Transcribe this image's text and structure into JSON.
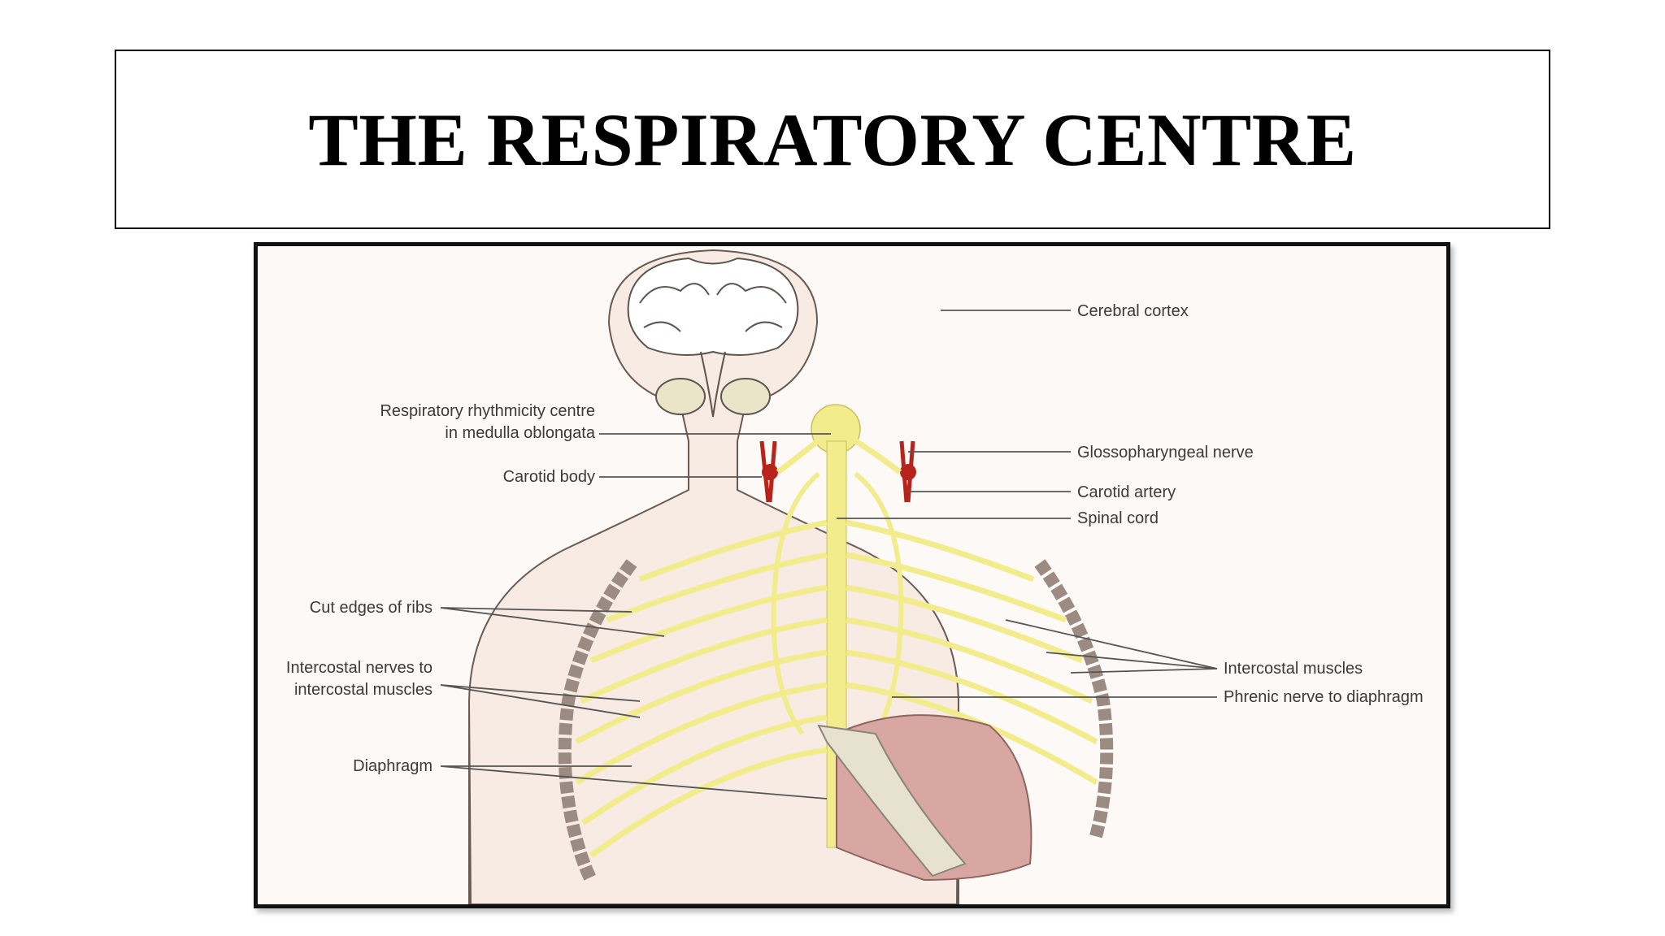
{
  "slide": {
    "title": "THE RESPIRATORY CENTRE"
  },
  "labels": {
    "cerebral_cortex": "Cerebral cortex",
    "rhythmicity_line1": "Respiratory rhythmicity centre",
    "rhythmicity_line2": "in medulla oblongata",
    "carotid_body": "Carotid body",
    "glossopharyngeal": "Glossopharyngeal nerve",
    "carotid_artery": "Carotid artery",
    "spinal_cord": "Spinal cord",
    "cut_ribs": "Cut edges of ribs",
    "intercostal_nerves_line1": "Intercostal nerves to",
    "intercostal_nerves_line2": "intercostal muscles",
    "intercostal_muscles": "Intercostal muscles",
    "phrenic": "Phrenic nerve to diaphragm",
    "diaphragm": "Diaphragm"
  },
  "colors": {
    "nerve": "#f2ec8c",
    "body_skin": "#f5e7dd",
    "diaphragm": "#d9a7a1",
    "carotid": "#b8241c",
    "brain_gray": "#eae5c8"
  }
}
